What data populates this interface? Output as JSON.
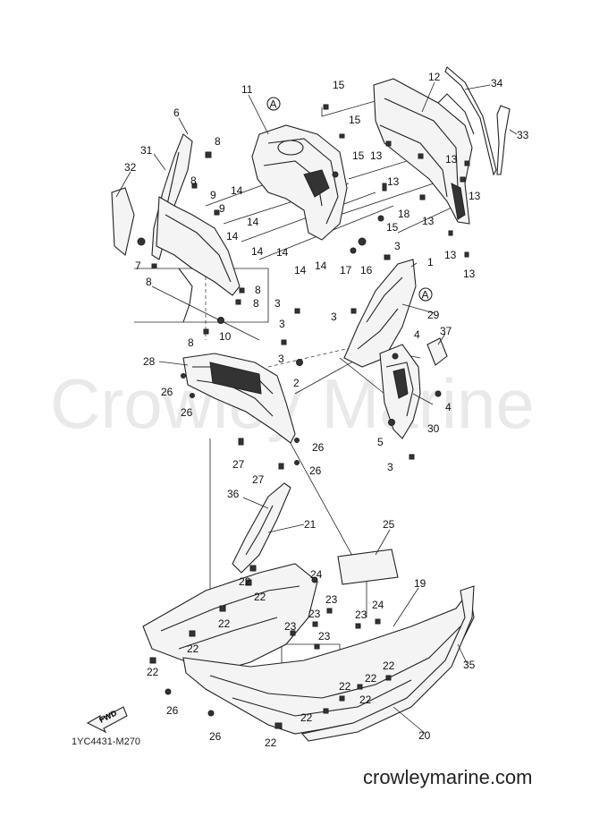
{
  "diagram": {
    "watermark": "Crowley Marine",
    "diagram_code": "1YC4431-M270",
    "footer_url": "crowleymarine.com",
    "fwd_label": "FWD",
    "reference_mark": "A",
    "callouts": [
      "1",
      "2",
      "3",
      "4",
      "5",
      "6",
      "7",
      "8",
      "9",
      "10",
      "11",
      "12",
      "13",
      "14",
      "15",
      "16",
      "17",
      "18",
      "19",
      "20",
      "21",
      "22",
      "23",
      "24",
      "25",
      "26",
      "27",
      "28",
      "29",
      "30",
      "31",
      "32",
      "33",
      "34",
      "35",
      "36",
      "37"
    ]
  }
}
